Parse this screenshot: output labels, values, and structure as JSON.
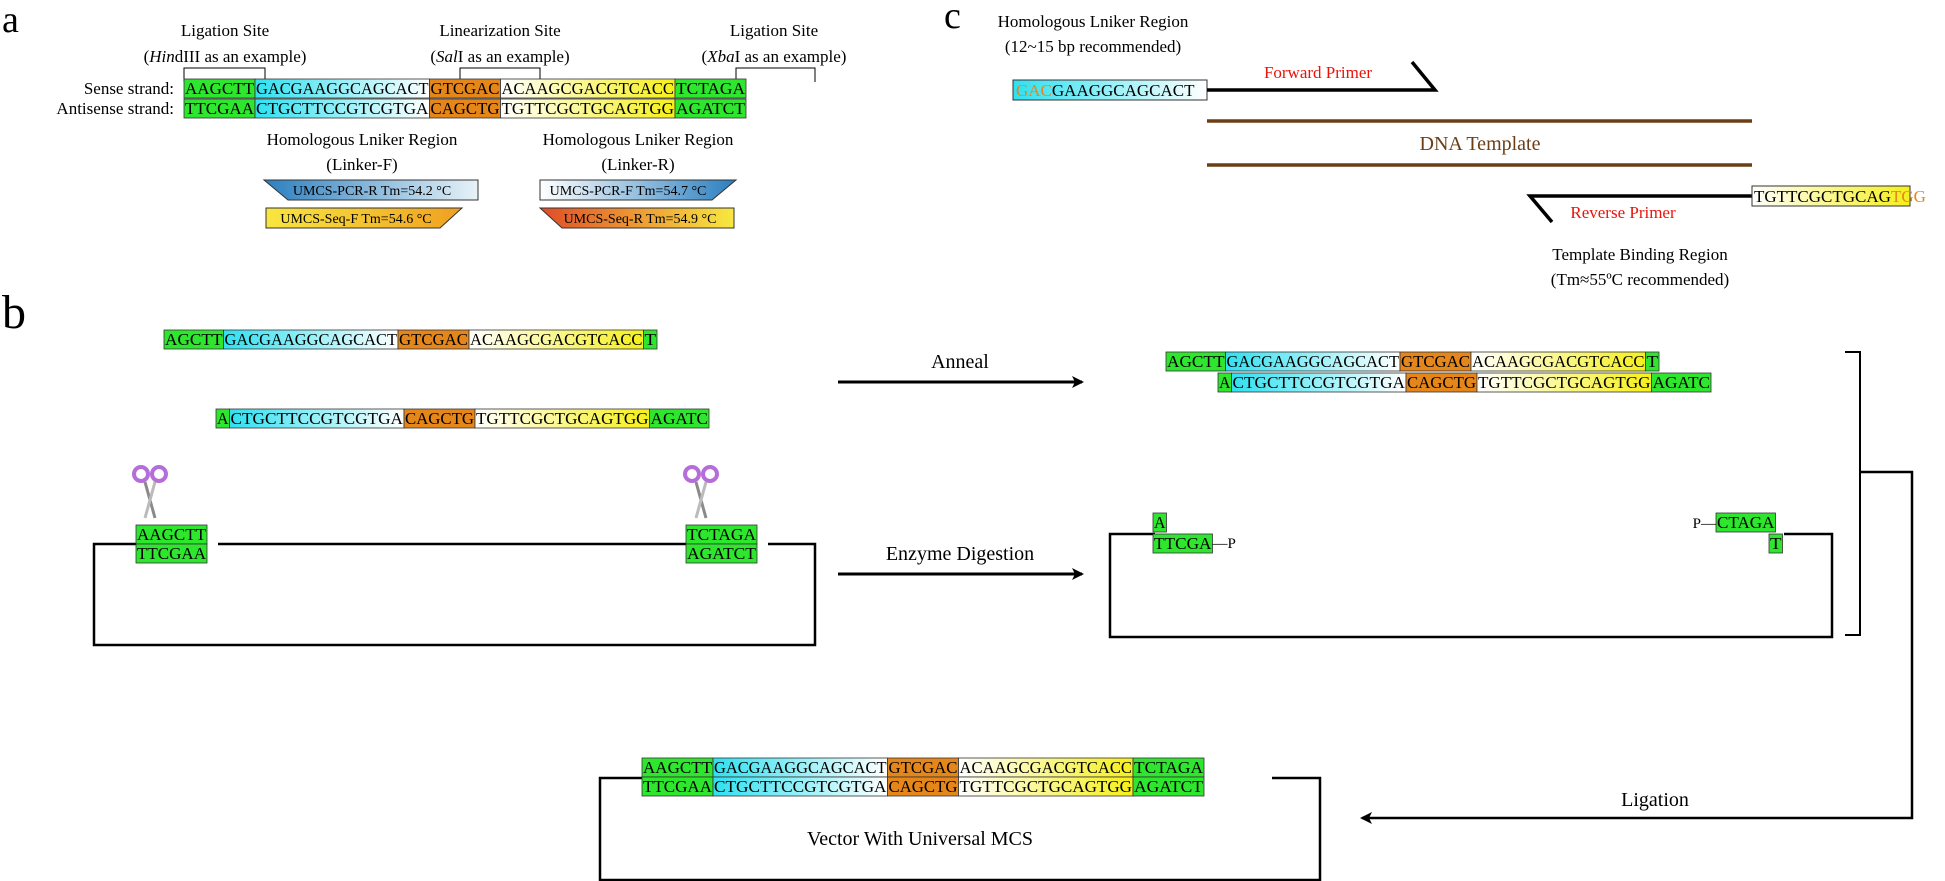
{
  "colors": {
    "green": "#2ee62e",
    "orange": "#e5861a",
    "cyan_grad": [
      "#2fe0f0",
      "#ffffff"
    ],
    "yellow_grad": [
      "#ffffff",
      "#f5ef1a"
    ],
    "blue_grad": [
      "#2a7fc0",
      "#ffffff"
    ],
    "gold_grad": [
      "#f0a020",
      "#f8ee40"
    ],
    "red_grad": [
      "#e04c28",
      "#f8e840"
    ],
    "brown": "#6b3e16",
    "red_text": "#e8140a",
    "scissors": "#b56ed9"
  },
  "panel_a": {
    "label": "a",
    "ligation_left_title": "Ligation Site",
    "ligation_left_sub_pre": "(",
    "ligation_left_sub_em": "Hin",
    "ligation_left_sub_post": "dIII as an example)",
    "linearization_title": "Linearization Site",
    "linearization_sub_pre": "(",
    "linearization_sub_em": "Sal",
    "linearization_sub_post": "I as an example)",
    "ligation_right_title": "Ligation Site",
    "ligation_right_sub_pre": "(",
    "ligation_right_sub_em": "Xba",
    "ligation_right_sub_post": "I as an example)",
    "sense_label": "Sense strand:",
    "antisense_label": "Antisense strand:",
    "sense_segments": [
      "AAGCTT",
      "GACGAAGGCAGCACT",
      "GTCGAC",
      "ACAAGCGACGTCACC",
      "TCTAGA"
    ],
    "antisense_segments": [
      "TTCGAA",
      "CTGCTTCCGTCGTGA",
      "CAGCTG",
      "TGTTCGCTGCAGTGG",
      "AGATCT"
    ],
    "homology_left_title": "Homologous Lniker Region",
    "homology_left_sub": "(Linker-F)",
    "homology_right_title": "Homologous Lniker Region",
    "homology_right_sub": "(Linker-R)",
    "primer_pcr_r": "UMCS-PCR-R  Tm=54.2 °C",
    "primer_seq_f": "UMCS-Seq-F  Tm=54.6 °C",
    "primer_pcr_f": "UMCS-PCR-F  Tm=54.7 °C",
    "primer_seq_r": "UMCS-Seq-R  Tm=54.9 °C"
  },
  "panel_b": {
    "label": "b",
    "oligo_top": [
      "AGCTT",
      "GACGAAGGCAGCACT",
      "GTCGAC",
      "ACAAGCGACGTCACC",
      "T"
    ],
    "oligo_bottom": [
      "A",
      "CTGCTTCCGTCGTGA",
      "CAGCTG",
      "TGTTCGCTGCAGTGG",
      "AGATC"
    ],
    "anneal_label": "Anneal",
    "enzyme_label": "Enzyme Digestion",
    "ligation_label": "Ligation",
    "cut_left_top": "AAGCTT",
    "cut_left_bottom": "TTCGAA",
    "cut_right_top": "TCTAGA",
    "cut_right_bottom": "AGATCT",
    "digest_left_top": "A",
    "digest_left_bottom": "TTCGA",
    "digest_right_top": "CTAGA",
    "digest_right_bottom": "T",
    "phosphate": "P",
    "final_top": [
      "AAGCTT",
      "GACGAAGGCAGCACT",
      "GTCGAC",
      "ACAAGCGACGTCACC",
      "TCTAGA"
    ],
    "final_bottom": [
      "TTCGAA",
      "CTGCTTCCGTCGTGA",
      "CAGCTG",
      "TGTTCGCTGCAGTGG",
      "AGATCT"
    ],
    "vector_label": "Vector With Universal MCS"
  },
  "panel_c": {
    "label": "c",
    "homology_title": "Homologous Lniker Region",
    "homology_sub": "(12~15 bp recommended)",
    "forward_primer": "Forward Primer",
    "left_seq_a": "GAC",
    "left_seq_b": "GAAGGCAGCACT",
    "dna_template": "DNA Template",
    "reverse_primer": "Reverse Primer",
    "right_seq_a": "TGTTCGCTGCAG",
    "right_seq_b": "TGG",
    "binding_title": "Template Binding Region",
    "binding_sub": "(Tm≈55ºC recommended)"
  }
}
